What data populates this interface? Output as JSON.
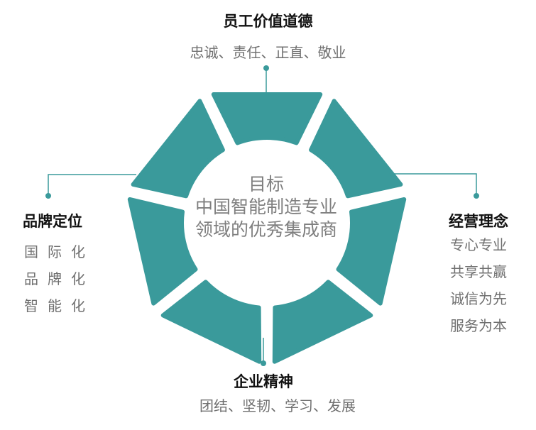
{
  "colors": {
    "segment": "#3a9a9b",
    "connector": "#3a9a9b",
    "title": "#111111",
    "text": "#707070"
  },
  "center": {
    "line1": "目标",
    "line2": "中国智能制造专业",
    "line3": "领域的优秀集成商"
  },
  "top": {
    "title": "员工价值道德",
    "subtitle": "忠诚、责任、正直、敬业"
  },
  "left": {
    "title": "品牌定位",
    "items": [
      "国际化",
      "品牌化",
      "智能化"
    ]
  },
  "right": {
    "title": "经营理念",
    "items": [
      "专心专业",
      "共享共赢",
      "诚信为先",
      "服务为本"
    ]
  },
  "bottom": {
    "title": "企业精神",
    "subtitle": "团结、坚韧、学习、发展"
  }
}
